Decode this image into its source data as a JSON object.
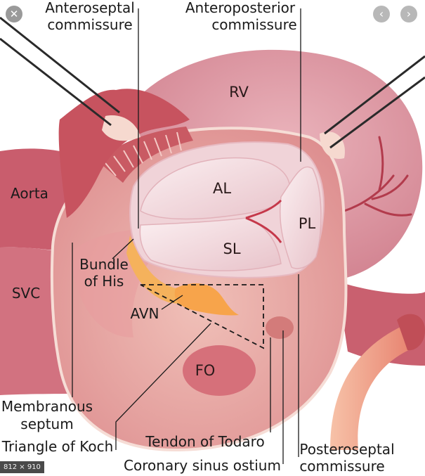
{
  "toolbar": {
    "close_glyph": "✕",
    "prev_glyph": "‹",
    "next_glyph": "›",
    "size_badge": "812 × 910"
  },
  "labels": {
    "anteroseptal_1": "Anteroseptal",
    "anteroseptal_2": "commissure",
    "anteroposterior_1": "Anteroposterior",
    "anteroposterior_2": "commissure",
    "rv": "RV",
    "aorta": "Aorta",
    "al": "AL",
    "pl": "PL",
    "sl": "SL",
    "bundle_1": "Bundle",
    "bundle_2": "of His",
    "svc": "SVC",
    "avn": "AVN",
    "fo": "FO",
    "membranous_1": "Membranous",
    "membranous_2": "septum",
    "koch": "Triangle of Koch",
    "todaro": "Tendon of Todaro",
    "cs_ostium": "Coronary sinus ostium",
    "posteroseptal_1": "Posteroseptal",
    "posteroseptal_2": "commissure"
  },
  "colors": {
    "rv_wall": "#d98a96",
    "atrium": "#e8a7a5",
    "aorta": "#c95c6c",
    "valve": "#f2dce0",
    "avn": "#f5b25c",
    "tissue_dark": "#b54a55"
  }
}
